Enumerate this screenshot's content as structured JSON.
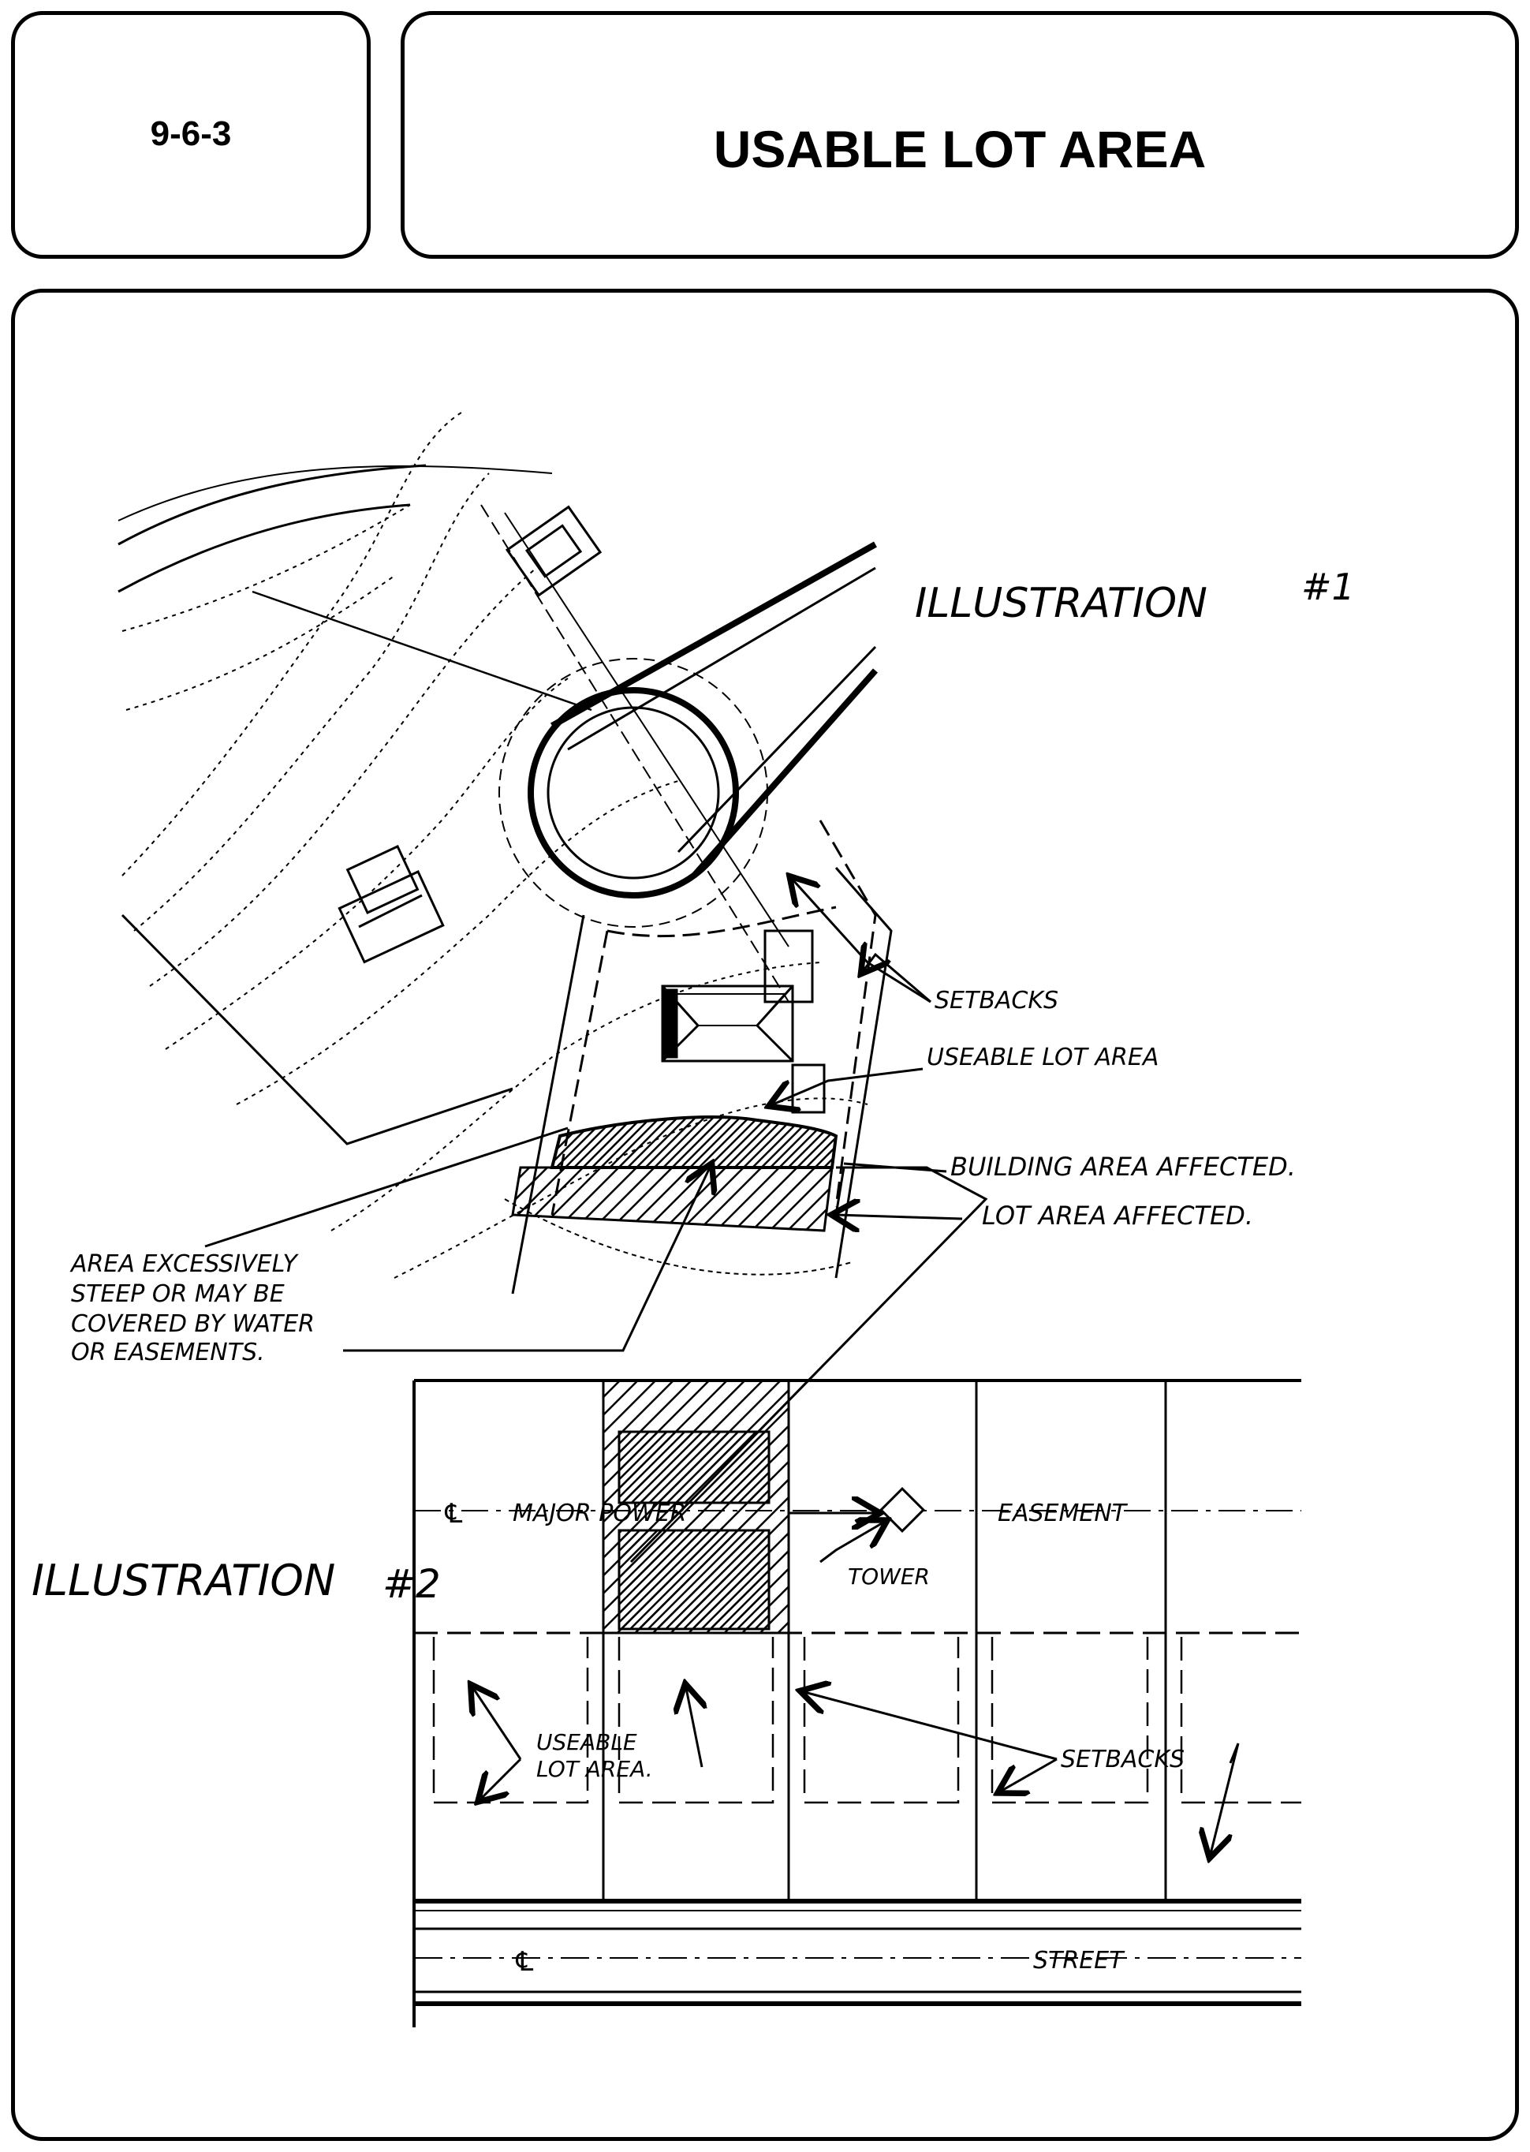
{
  "header": {
    "section_code": "9-6-3",
    "title": "USABLE LOT AREA"
  },
  "illustration1": {
    "label": "ILLUSTRATION",
    "number": "#1",
    "callouts": {
      "setbacks": "SETBACKS",
      "usable_lot_area": "USEABLE LOT AREA",
      "building_area_affected": "BUILDING AREA AFFECTED.",
      "lot_area_affected": "LOT AREA AFFECTED.",
      "area_note_line1": "AREA EXCESSIVELY",
      "area_note_line2": "STEEP OR MAY BE",
      "area_note_line3": "COVERED BY WATER",
      "area_note_line4": "OR EASEMENTS."
    }
  },
  "illustration2": {
    "label": "ILLUSTRATION",
    "number": "#2",
    "callouts": {
      "centerline_symbol": "℄",
      "major_power": "MAJOR POWER",
      "easement": "EASEMENT",
      "tower": "TOWER",
      "usable_line1": "USEABLE",
      "usable_line2": "LOT AREA.",
      "setbacks": "SETBACKS",
      "street": "STREET"
    }
  }
}
